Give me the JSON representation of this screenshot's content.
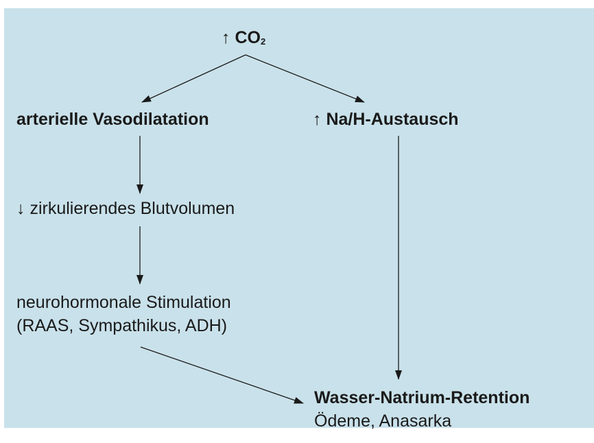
{
  "nodes": {
    "co2": {
      "arrow": "↑",
      "text": "CO",
      "sub": "2"
    },
    "vasodilatation": {
      "text": "arterielle Vasodilatation"
    },
    "na_h": {
      "arrow": "↑",
      "text": "Na/H-Austausch"
    },
    "blutvolumen": {
      "arrow": "↓",
      "text": "zirkulierendes Blutvolumen"
    },
    "stimulation": {
      "line1": "neurohormonale Stimulation",
      "line2": "(RAAS, Sympathikus, ADH)"
    },
    "retention": {
      "line1": "Wasser-Natrium-Retention",
      "line2": "Ödeme, Anasarka"
    }
  },
  "colors": {
    "background": "#c9e1ea",
    "text": "#1a1a1a",
    "arrow": "#1a1a1a"
  },
  "icons": {
    "up": "up-arrow-icon",
    "down": "down-arrow-icon"
  }
}
